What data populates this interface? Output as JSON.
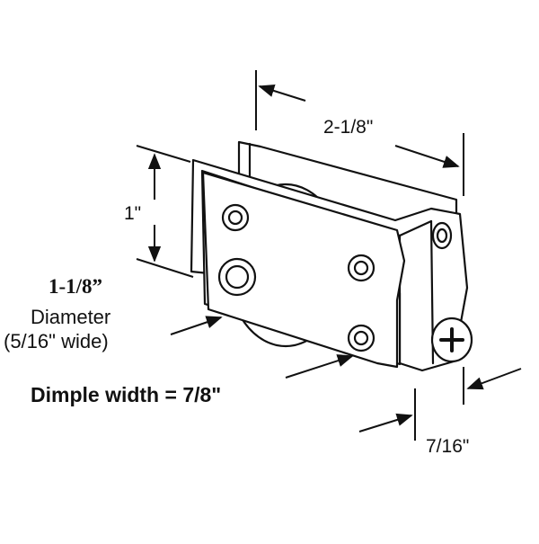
{
  "dimensions": {
    "overall_length": "2-1/8\"",
    "height": "1\"",
    "depth": "7/16\""
  },
  "wheel": {
    "size": "1-1/8”",
    "label": "Diameter",
    "width_note": "(5/16\" wide)"
  },
  "dimple": {
    "label": "Dimple width = 7/8\""
  },
  "colors": {
    "line": "#111111",
    "fill": "#ffffff"
  }
}
